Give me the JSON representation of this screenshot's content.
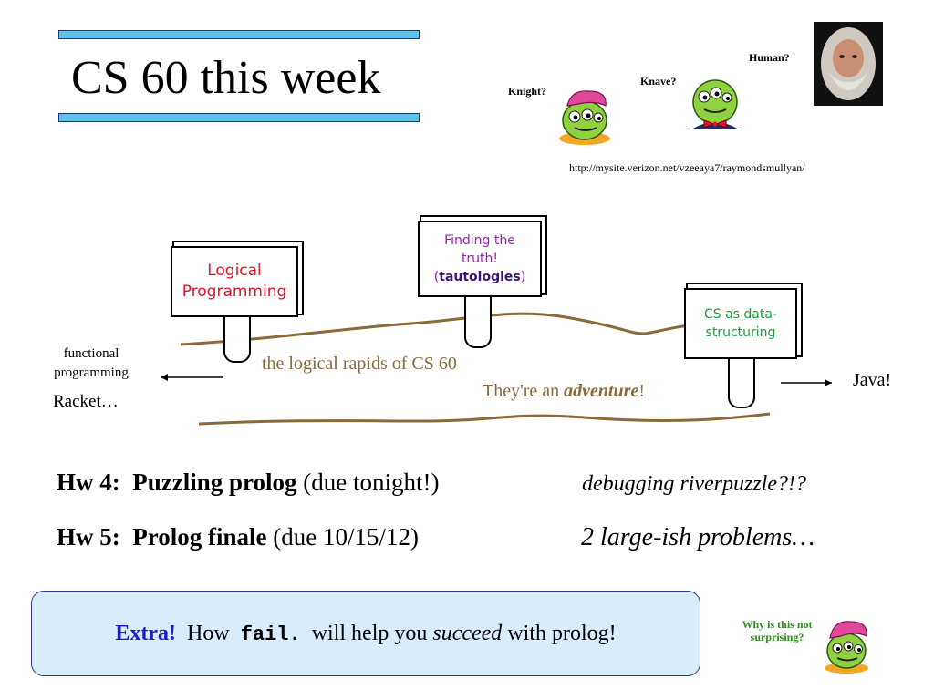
{
  "header": {
    "title": "CS 60 this week"
  },
  "characters": {
    "knight_label": "Knight?",
    "knave_label": "Knave?",
    "human_label": "Human?",
    "url": "http://mysite.verizon.net/vzeeaya7/raymondsmullyan/"
  },
  "river": {
    "left_label_line1": "functional",
    "left_label_line2": "programming",
    "left_label_line3": "Racket…",
    "right_label": "Java!",
    "rapids_text": "the logical rapids of CS 60",
    "adventure_prefix": "They're an ",
    "adventure_word": "adventure",
    "adventure_suffix": "!",
    "signs": {
      "logical_line1": "Logical",
      "logical_line2": "Programming",
      "truth_line1": "Finding the",
      "truth_line2": "truth!",
      "truth_line3_open": "(",
      "truth_line3_word": "tautologies",
      "truth_line3_close": ")",
      "data_line1": "CS as data-",
      "data_line2": "structuring"
    }
  },
  "homework": {
    "hw4_label": "Hw 4:",
    "hw4_title": "Puzzling prolog",
    "hw4_due": " (due tonight!)",
    "hw4_note": "debugging riverpuzzle?!?",
    "hw5_label": "Hw 5:",
    "hw5_title": "Prolog finale",
    "hw5_due": " (due 10/15/12)",
    "hw5_note": "2 large-ish problems…"
  },
  "extra": {
    "label": "Extra!",
    "text_before": "How",
    "code": "fail.",
    "text_middle": "will help you",
    "italic_word": "succeed",
    "text_after": "with prolog!",
    "why_line1": "Why is this not",
    "why_line2": "surprising?"
  },
  "colors": {
    "title_bar": "#5bc3ec",
    "river": "#8b6a3a",
    "red_text": "#e0142a",
    "purple_text": "#9b1fb0",
    "green_text": "#1f9a3a",
    "blue_text": "#1a1ad6",
    "brown_text": "#8b6a3a",
    "box_fill": "#d9ecfb"
  }
}
